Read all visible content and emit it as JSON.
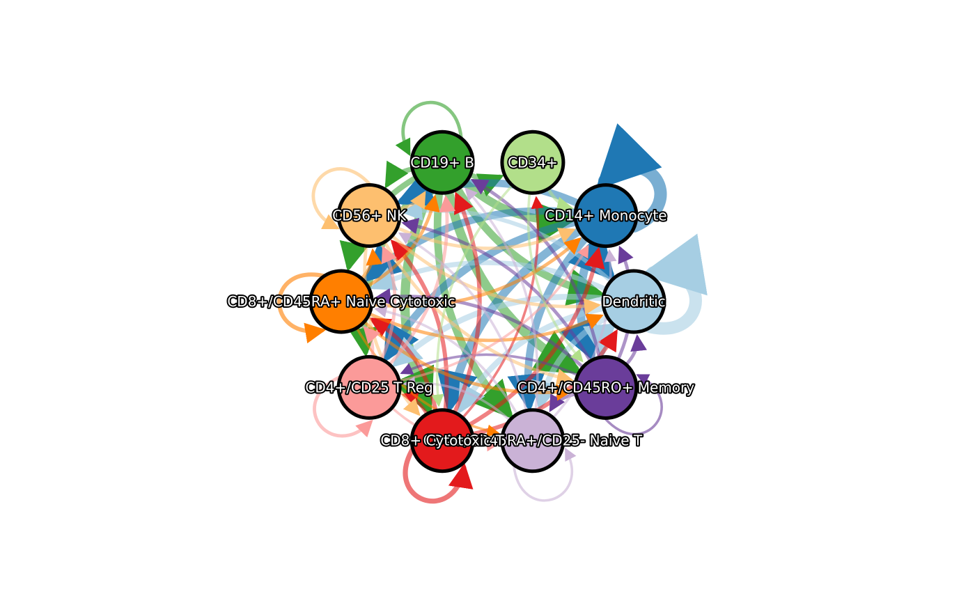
{
  "nodes": [
    {
      "id": "cd19b",
      "label": "CD19+ B",
      "color": "#33a02c"
    },
    {
      "id": "cd34",
      "label": "CD34+",
      "color": "#b2df8a"
    },
    {
      "id": "cd14mono",
      "label": "CD14+ Monocyte",
      "color": "#1f78b4"
    },
    {
      "id": "dendritic",
      "label": "Dendritic",
      "color": "#a6cee3"
    },
    {
      "id": "cd4mem",
      "label": "CD4+/CD45RO+ Memory",
      "color": "#6a3d9a"
    },
    {
      "id": "cd4naive",
      "label": "CD4+/CD45RA+/CD25- Naive T",
      "color": "#cab2d6"
    },
    {
      "id": "cd8cyt",
      "label": "CD8+ Cytotoxic T",
      "color": "#e31a1c"
    },
    {
      "id": "cd4treg",
      "label": "CD4+/CD25 T Reg",
      "color": "#fb9a99"
    },
    {
      "id": "cd8naive",
      "label": "CD8+/CD45RA+ Naive Cytotoxic",
      "color": "#ff7f00"
    },
    {
      "id": "cd56nk",
      "label": "CD56+ NK",
      "color": "#fdbf6f"
    }
  ],
  "edges": [
    {
      "from": "cd19b",
      "to": "cd19b",
      "weight": 3
    },
    {
      "from": "cd14mono",
      "to": "cd14mono",
      "weight": 14
    },
    {
      "from": "dendritic",
      "to": "dendritic",
      "weight": 14
    },
    {
      "from": "cd56nk",
      "to": "cd56nk",
      "weight": 3
    },
    {
      "from": "cd8naive",
      "to": "cd8naive",
      "weight": 4
    },
    {
      "from": "cd4treg",
      "to": "cd4treg",
      "weight": 3
    },
    {
      "from": "cd8cyt",
      "to": "cd8cyt",
      "weight": 5
    },
    {
      "from": "cd4naive",
      "to": "cd4naive",
      "weight": 2
    },
    {
      "from": "cd4mem",
      "to": "cd4mem",
      "weight": 2
    },
    {
      "from": "cd19b",
      "to": "cd14mono",
      "weight": 9
    },
    {
      "from": "cd19b",
      "to": "dendritic",
      "weight": 8
    },
    {
      "from": "cd19b",
      "to": "cd4mem",
      "weight": 10
    },
    {
      "from": "cd19b",
      "to": "cd4naive",
      "weight": 8
    },
    {
      "from": "cd19b",
      "to": "cd8cyt",
      "weight": 10
    },
    {
      "from": "cd19b",
      "to": "cd4treg",
      "weight": 6
    },
    {
      "from": "cd19b",
      "to": "cd8naive",
      "weight": 6
    },
    {
      "from": "cd19b",
      "to": "cd56nk",
      "weight": 5
    },
    {
      "from": "cd19b",
      "to": "cd34",
      "weight": 5
    },
    {
      "from": "cd14mono",
      "to": "dendritic",
      "weight": 10
    },
    {
      "from": "cd14mono",
      "to": "cd4mem",
      "weight": 9
    },
    {
      "from": "cd14mono",
      "to": "cd4naive",
      "weight": 8
    },
    {
      "from": "cd14mono",
      "to": "cd8cyt",
      "weight": 9
    },
    {
      "from": "cd14mono",
      "to": "cd4treg",
      "weight": 8
    },
    {
      "from": "cd14mono",
      "to": "cd8naive",
      "weight": 8
    },
    {
      "from": "cd14mono",
      "to": "cd56nk",
      "weight": 8
    },
    {
      "from": "dendritic",
      "to": "cd4mem",
      "weight": 7
    },
    {
      "from": "dendritic",
      "to": "cd4naive",
      "weight": 6
    },
    {
      "from": "dendritic",
      "to": "cd8cyt",
      "weight": 6
    },
    {
      "from": "dendritic",
      "to": "cd4treg",
      "weight": 6
    },
    {
      "from": "dendritic",
      "to": "cd8naive",
      "weight": 5
    },
    {
      "from": "dendritic",
      "to": "cd56nk",
      "weight": 4
    },
    {
      "from": "cd8cyt",
      "to": "cd19b",
      "weight": 4
    },
    {
      "from": "cd8cyt",
      "to": "cd14mono",
      "weight": 4
    },
    {
      "from": "cd8cyt",
      "to": "dendritic",
      "weight": 4
    },
    {
      "from": "cd8cyt",
      "to": "cd56nk",
      "weight": 4
    },
    {
      "from": "cd8cyt",
      "to": "cd8naive",
      "weight": 4
    },
    {
      "from": "cd8cyt",
      "to": "cd4treg",
      "weight": 3
    },
    {
      "from": "cd8cyt",
      "to": "cd34",
      "weight": 2
    },
    {
      "from": "cd4mem",
      "to": "cd19b",
      "weight": 3
    },
    {
      "from": "cd4mem",
      "to": "cd14mono",
      "weight": 3
    },
    {
      "from": "cd4mem",
      "to": "dendritic",
      "weight": 3
    },
    {
      "from": "cd4mem",
      "to": "cd8naive",
      "weight": 3
    },
    {
      "from": "cd4mem",
      "to": "cd56nk",
      "weight": 3
    },
    {
      "from": "cd4mem",
      "to": "cd4naive",
      "weight": 3
    },
    {
      "from": "cd4mem",
      "to": "cd4treg",
      "weight": 2
    },
    {
      "from": "cd8naive",
      "to": "cd19b",
      "weight": 3
    },
    {
      "from": "cd8naive",
      "to": "cd14mono",
      "weight": 3
    },
    {
      "from": "cd8naive",
      "to": "dendritic",
      "weight": 3
    },
    {
      "from": "cd8naive",
      "to": "cd56nk",
      "weight": 3
    },
    {
      "from": "cd8naive",
      "to": "cd4mem",
      "weight": 3
    },
    {
      "from": "cd8naive",
      "to": "cd4naive",
      "weight": 2
    },
    {
      "from": "cd56nk",
      "to": "cd19b",
      "weight": 3
    },
    {
      "from": "cd56nk",
      "to": "cd14mono",
      "weight": 3
    },
    {
      "from": "cd56nk",
      "to": "dendritic",
      "weight": 3
    },
    {
      "from": "cd56nk",
      "to": "cd4mem",
      "weight": 3
    },
    {
      "from": "cd56nk",
      "to": "cd8cyt",
      "weight": 3
    },
    {
      "from": "cd4treg",
      "to": "cd19b",
      "weight": 3
    },
    {
      "from": "cd4treg",
      "to": "cd56nk",
      "weight": 3
    },
    {
      "from": "cd4treg",
      "to": "cd8naive",
      "weight": 3
    },
    {
      "from": "cd4treg",
      "to": "cd14mono",
      "weight": 2
    },
    {
      "from": "cd4treg",
      "to": "cd4naive",
      "weight": 2
    },
    {
      "from": "cd4naive",
      "to": "cd19b",
      "weight": 2
    },
    {
      "from": "cd4naive",
      "to": "cd56nk",
      "weight": 2
    },
    {
      "from": "cd4naive",
      "to": "cd8naive",
      "weight": 2
    },
    {
      "from": "cd4naive",
      "to": "cd14mono",
      "weight": 2
    },
    {
      "from": "cd4naive",
      "to": "cd4treg",
      "weight": 2
    },
    {
      "from": "cd34",
      "to": "cd14mono",
      "weight": 3
    },
    {
      "from": "cd34",
      "to": "cd8cyt",
      "weight": 2
    },
    {
      "from": "cd34",
      "to": "cd4mem",
      "weight": 2
    }
  ]
}
